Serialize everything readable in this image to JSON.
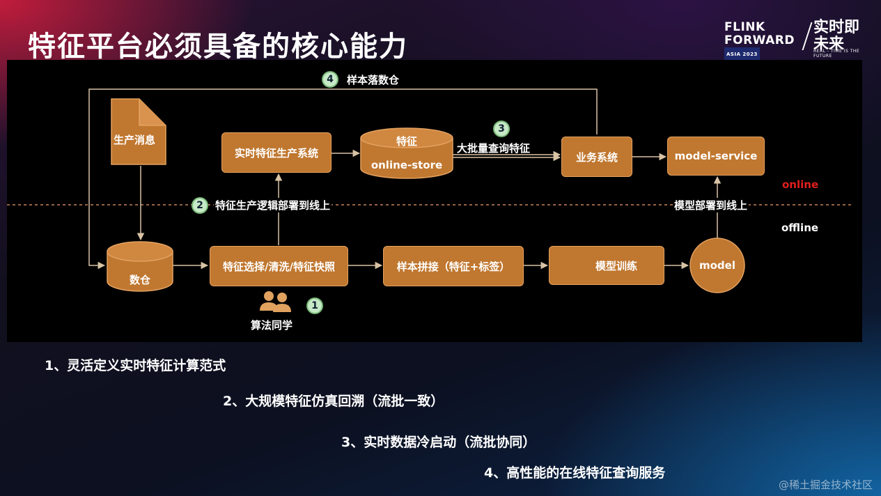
{
  "title": "特征平台必须具备的核心能力",
  "logo": {
    "line1": "FLINK",
    "line2": "FORWARD",
    "badge": "ASIA 2023",
    "cn": "实时即未来",
    "tagline": "REAL - TIME IS THE FUTURE"
  },
  "diagram": {
    "nodes": {
      "produce_msg": "生产消息",
      "rt_system": "实时特征生产系统",
      "store_top": "特征",
      "store_bottom": "online-store",
      "biz": "业务系统",
      "model_service": "model-service",
      "warehouse": "数仓",
      "select": "特征选择/清洗/特征快照",
      "splice": "样本拼接（特征+标签）",
      "training": "模型训练",
      "model": "model"
    },
    "labels": {
      "step4": "样本落数仓",
      "step3": "大批量查询特征",
      "step2": "特征生产逻辑部署到线上",
      "deploy": "模型部署到线上",
      "online": "online",
      "offline": "offline",
      "step1": "算法同学"
    },
    "numbers": {
      "n1": "1",
      "n2": "2",
      "n3": "3",
      "n4": "4"
    },
    "colors": {
      "box": "#c0772f",
      "online": "#e21e1e"
    }
  },
  "points": [
    "1、灵活定义实时特征计算范式",
    "2、大规模特征仿真回溯（流批一致）",
    "3、实时数据冷启动（流批协同）",
    "4、高性能的在线特征查询服务"
  ],
  "watermark": "@稀土掘金技术社区"
}
